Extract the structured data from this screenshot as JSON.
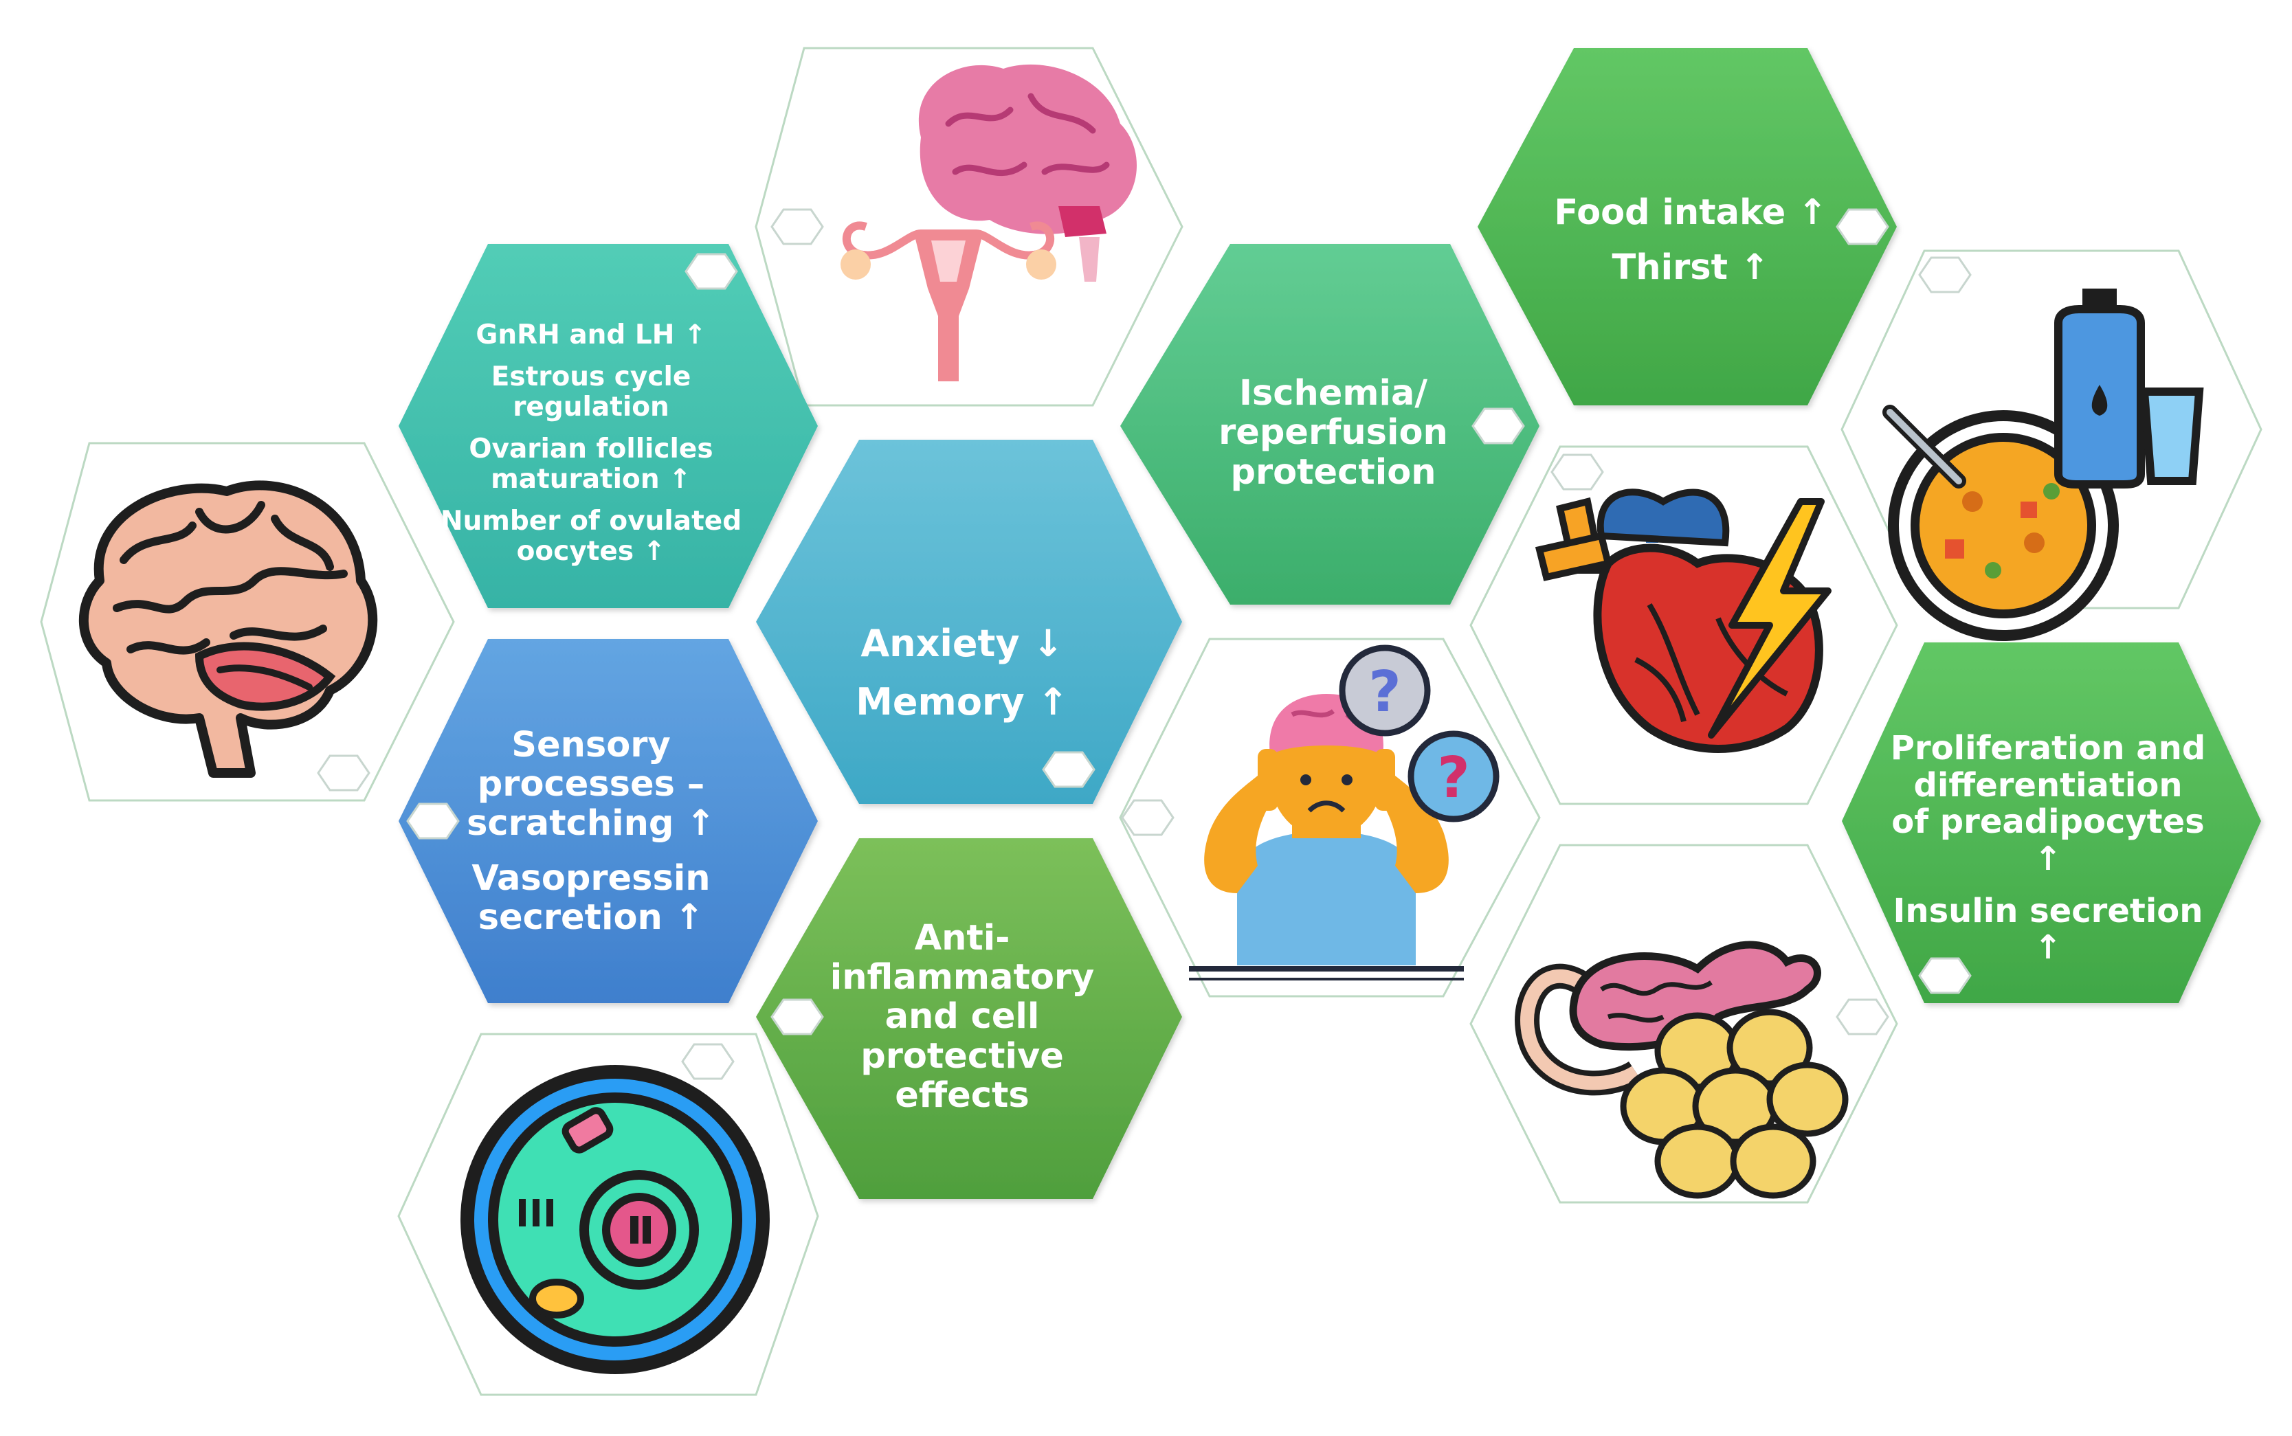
{
  "colors": {
    "teal": "#3fc3b0",
    "cyan_blue": "#4fb3d2",
    "blue": "#4a8fd8",
    "green_mid": "#63b84f",
    "green_teal": "#48bf80",
    "green_bright": "#4cbb55",
    "outline": "#cfe0cf"
  },
  "hexagons": {
    "reproduction": {
      "lines": [
        "GnRH and LH ↑",
        "",
        "Estrous cycle",
        "regulation",
        "",
        "Ovarian follicles",
        "maturation ↑",
        "",
        "Number of ovulated",
        "oocytes ↑"
      ]
    },
    "anxiety": {
      "lines": [
        "Anxiety ↓",
        "",
        "Memory ↑"
      ]
    },
    "sensory": {
      "lines": [
        "Sensory",
        "processes –",
        "scratching ↑",
        "",
        "Vasopressin",
        "secretion ↑"
      ]
    },
    "inflammation": {
      "lines": [
        "Anti-",
        "inflammatory",
        "and cell",
        "protective",
        "effects"
      ]
    },
    "ischemia": {
      "lines": [
        "Ischemia/",
        "reperfusion",
        "protection"
      ]
    },
    "food": {
      "lines": [
        "Food intake ↑",
        "",
        "Thirst ↑"
      ]
    },
    "proliferation": {
      "lines": [
        "Proliferation and",
        "differentiation",
        "of preadipocytes",
        "↑",
        "",
        "Insulin secretion",
        "↑"
      ]
    }
  },
  "icons": [
    "brain-icon",
    "reproductive-brain-icon",
    "cell-icon",
    "anxious-person-icon",
    "heart-lightning-icon",
    "soup-water-icon",
    "pancreas-fat-icon"
  ]
}
